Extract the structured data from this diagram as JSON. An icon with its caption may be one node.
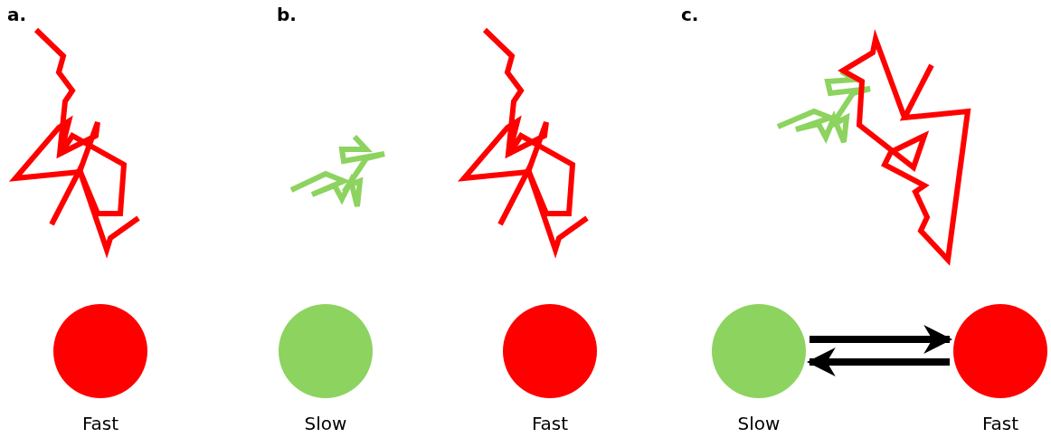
{
  "diagram": {
    "nodes": [
      {
        "text": [],
        "shape": "circle",
        "beside": [
          "Fast"
        ]
      },
      {
        "text": [],
        "shape": "circle",
        "beside": [
          "Slow"
        ]
      },
      {
        "text": [],
        "shape": "circle",
        "beside": [
          "Fast"
        ]
      },
      {
        "text": [],
        "shape": "circle",
        "beside": [
          "Slow"
        ]
      },
      {
        "text": [],
        "shape": "circle",
        "beside": [
          "Fast"
        ]
      }
    ],
    "edges": [
      {
        "from": 3,
        "to": 4,
        "arrow": "to"
      },
      {
        "from": 4,
        "to": 3,
        "arrow": "to"
      }
    ],
    "labels": [
      "a.",
      "b.",
      "c."
    ]
  }
}
